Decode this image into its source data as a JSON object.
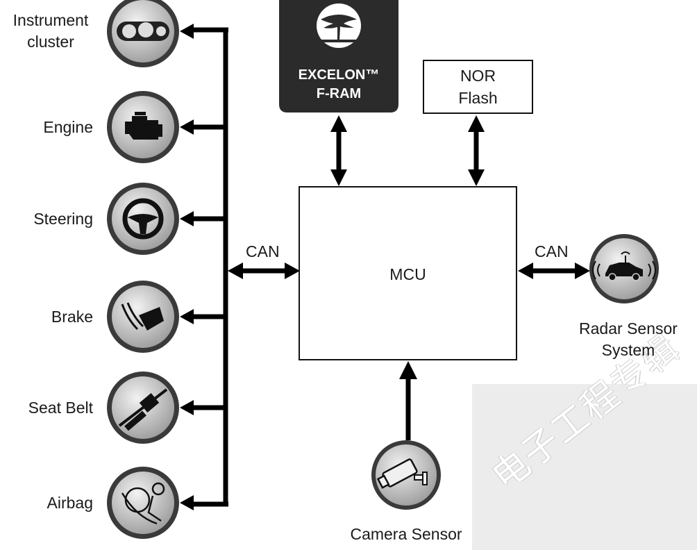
{
  "ecus": [
    {
      "label": "Instrument\ncluster",
      "icon": "gauge-cluster-icon"
    },
    {
      "label": "Engine",
      "icon": "engine-icon"
    },
    {
      "label": "Steering",
      "icon": "steering-wheel-icon"
    },
    {
      "label": "Brake",
      "icon": "brake-pedal-icon"
    },
    {
      "label": "Seat Belt",
      "icon": "seat-belt-icon"
    },
    {
      "label": "Airbag",
      "icon": "airbag-icon"
    }
  ],
  "memory": {
    "fram_line1": "EXCELON™",
    "fram_line2": "F-RAM",
    "fram_icon": "tree-logo-icon",
    "nor_line1": "NOR",
    "nor_line2": "Flash"
  },
  "mcu_label": "MCU",
  "bus": {
    "left_label": "CAN",
    "right_label": "CAN"
  },
  "sensors": {
    "radar_line1": "Radar Sensor",
    "radar_line2": "System",
    "radar_icon": "radar-car-icon",
    "camera_label": "Camera Sensor",
    "camera_icon": "security-camera-icon"
  },
  "watermark_text": "电子工程专辑",
  "colors": {
    "line": "#000000",
    "icon_ring": "#3a3a3a",
    "icon_fill": "#bdbdbd",
    "fram_bg": "#2b2b2b"
  }
}
